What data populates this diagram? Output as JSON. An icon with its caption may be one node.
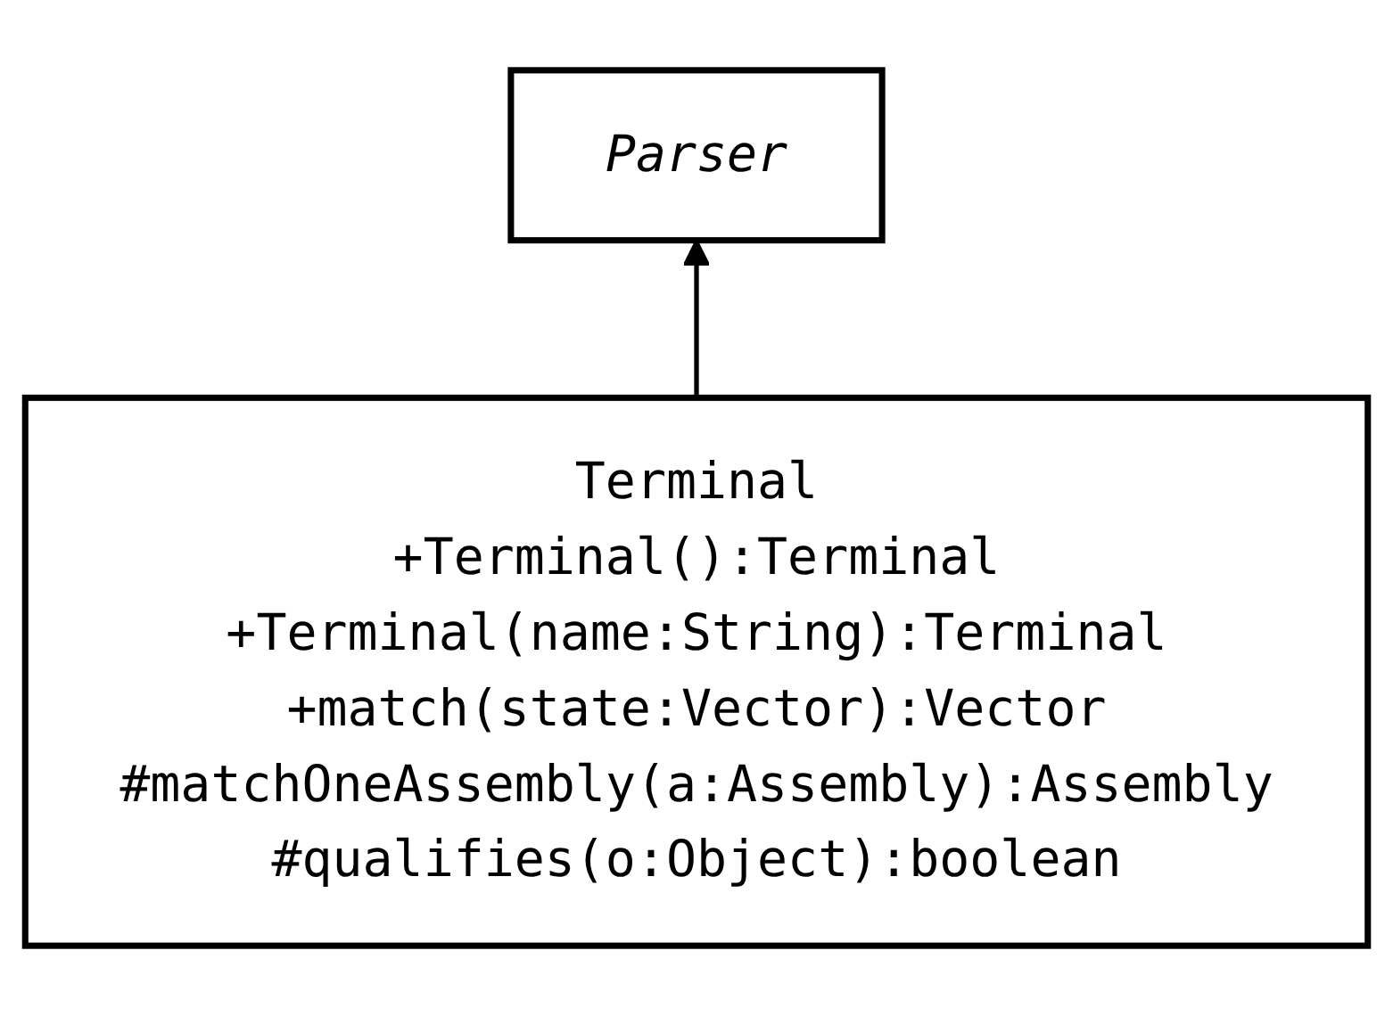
{
  "diagram": {
    "nodes": [
      {
        "text": [
          "Parser"
        ]
      },
      {
        "text": [
          "Terminal",
          "+Terminal():Terminal",
          "+Terminal(name:String):Terminal",
          "+match(state:Vector):Vector",
          "#matchOneAssembly(a:Assembly):Assembly",
          "#qualifies(o:Object):boolean"
        ]
      }
    ],
    "edges": [
      {
        "from": 1,
        "to": 0,
        "arrow": "to"
      }
    ]
  }
}
